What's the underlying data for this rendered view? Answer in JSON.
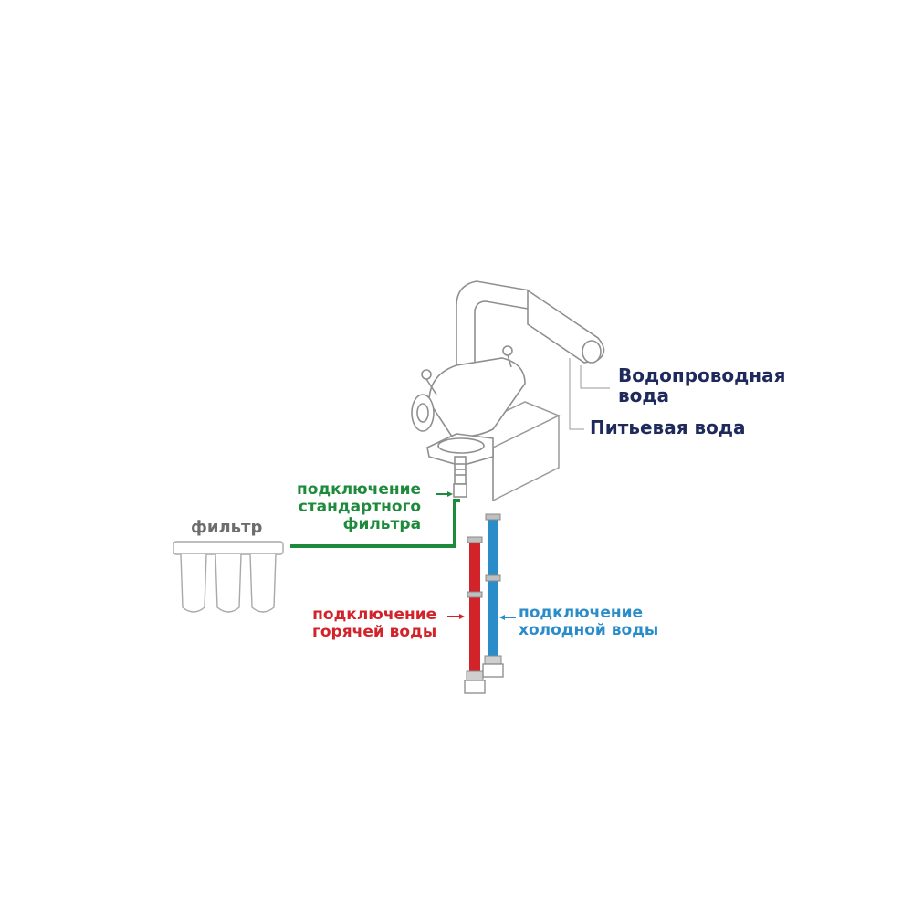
{
  "labels": {
    "tap_water": [
      "Водопроводная",
      "вода"
    ],
    "drinking_water": "Питьевая вода",
    "filter_connection": [
      "подключение",
      "стандартного",
      "фильтра"
    ],
    "hot_water_connection": [
      "подключение",
      "горячей воды"
    ],
    "cold_water_connection": [
      "подключение",
      "холодной воды"
    ],
    "filter": "фильтр"
  },
  "colors": {
    "filter_line": "#1e8a3c",
    "hot": "#d2232a",
    "cold": "#2a8cc9",
    "dark_label": "#1f2a5c",
    "outline": "#9a9a9a"
  }
}
